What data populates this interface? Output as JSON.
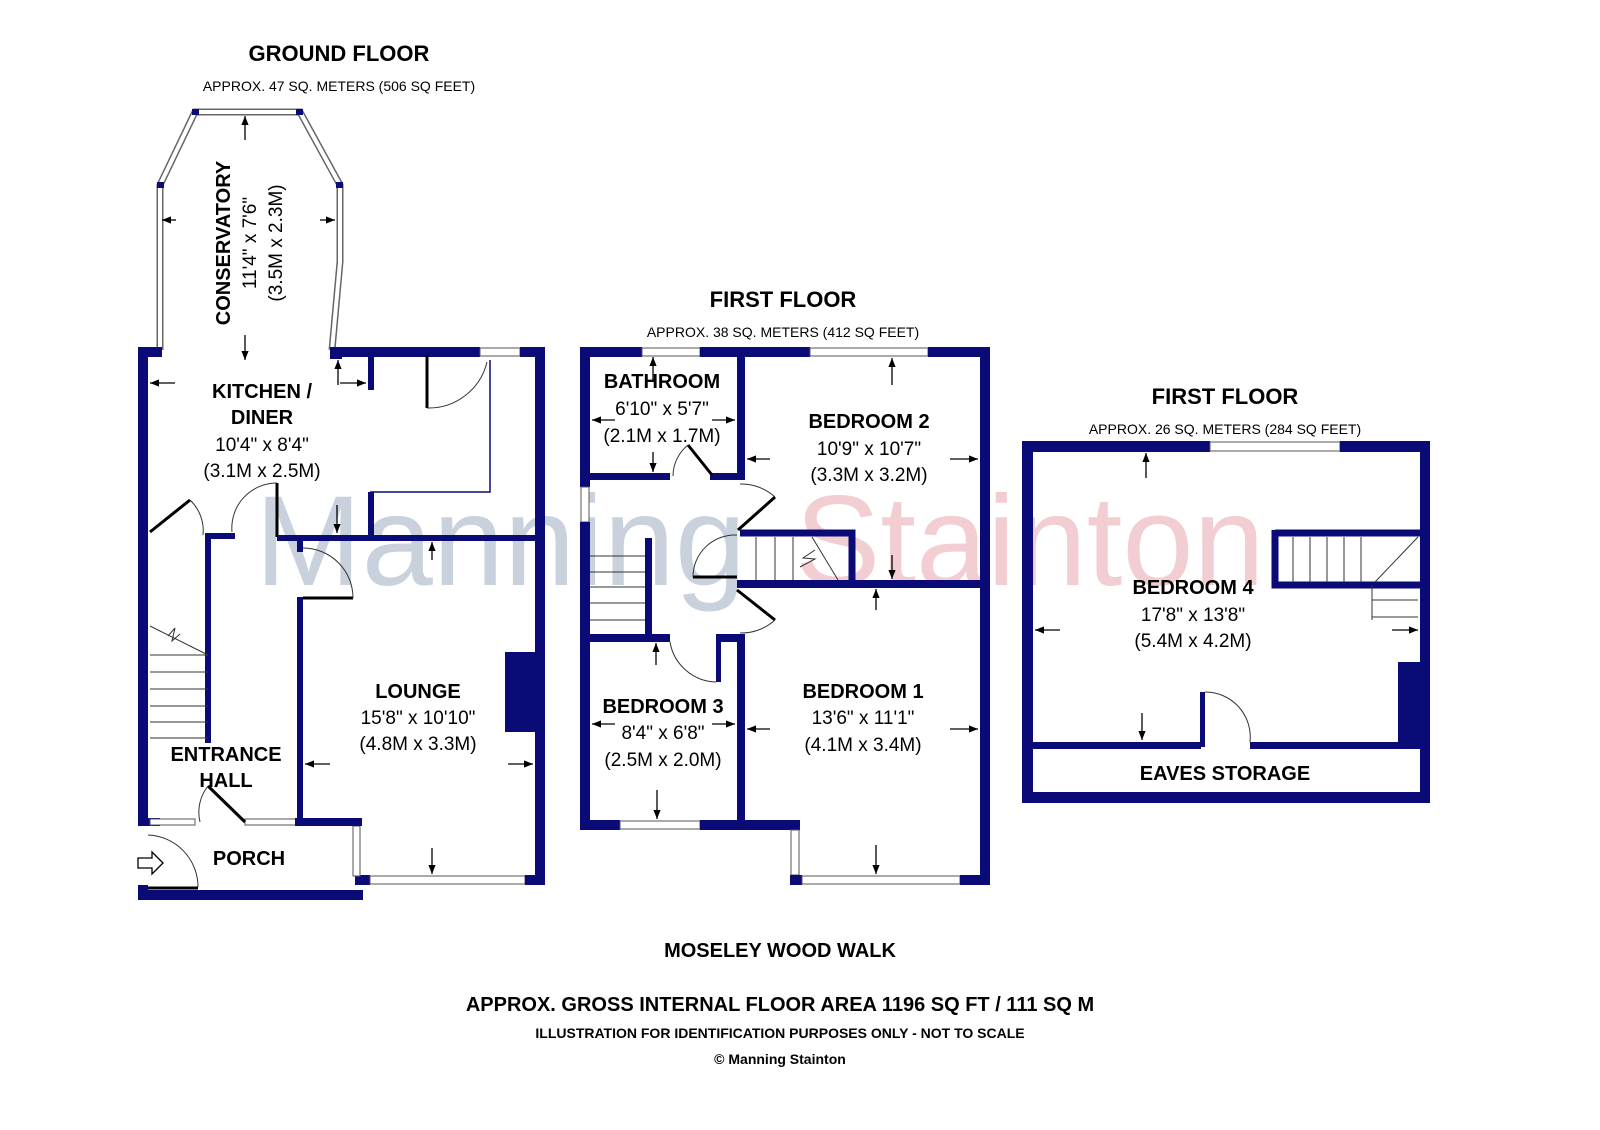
{
  "watermark": {
    "word1": "Manning",
    "word2": "Stainton",
    "color1": "#c9d1dd",
    "color2": "#f2cdd1"
  },
  "wall_color": "#0b0b78",
  "ground_floor": {
    "title": "GROUND FLOOR",
    "area": "APPROX. 47 SQ. METERS (506 SQ FEET)",
    "rooms": {
      "conservatory": {
        "name": "CONSERVATORY",
        "imperial": "11'4\" x 7'6\"",
        "metric": "(3.5M x 2.3M)"
      },
      "kitchen": {
        "name1": "KITCHEN /",
        "name2": "DINER",
        "imperial": "10'4\" x 8'4\"",
        "metric": "(3.1M x 2.5M)"
      },
      "lounge": {
        "name": "LOUNGE",
        "imperial": "15'8\" x 10'10\"",
        "metric": "(4.8M x 3.3M)"
      },
      "hall": {
        "name1": "ENTRANCE",
        "name2": "HALL"
      },
      "porch": {
        "name": "PORCH"
      }
    }
  },
  "first_floor": {
    "title": "FIRST FLOOR",
    "area": "APPROX. 38 SQ. METERS (412 SQ FEET)",
    "rooms": {
      "bathroom": {
        "name": "BATHROOM",
        "imperial": "6'10\" x 5'7\"",
        "metric": "(2.1M x 1.7M)"
      },
      "bedroom2": {
        "name": "BEDROOM 2",
        "imperial": "10'9\" x 10'7\"",
        "metric": "(3.3M x 3.2M)"
      },
      "bedroom3": {
        "name": "BEDROOM 3",
        "imperial": "8'4\" x 6'8\"",
        "metric": "(2.5M x 2.0M)"
      },
      "bedroom1": {
        "name": "BEDROOM 1",
        "imperial": "13'6\" x 11'1\"",
        "metric": "(4.1M x 3.4M)"
      }
    }
  },
  "second_plan": {
    "title": "FIRST FLOOR",
    "area": "APPROX. 26 SQ. METERS (284 SQ FEET)",
    "rooms": {
      "bedroom4": {
        "name": "BEDROOM 4",
        "imperial": "17'8\" x 13'8\"",
        "metric": "(5.4M x 4.2M)"
      },
      "eaves": {
        "name": "EAVES STORAGE"
      }
    }
  },
  "footer": {
    "address": "MOSELEY WOOD WALK",
    "gross_area": "APPROX. GROSS INTERNAL FLOOR AREA 1196 SQ FT / 111 SQ M",
    "disclaimer": "ILLUSTRATION FOR IDENTIFICATION PURPOSES ONLY - NOT TO SCALE",
    "copyright": "© Manning Stainton"
  }
}
